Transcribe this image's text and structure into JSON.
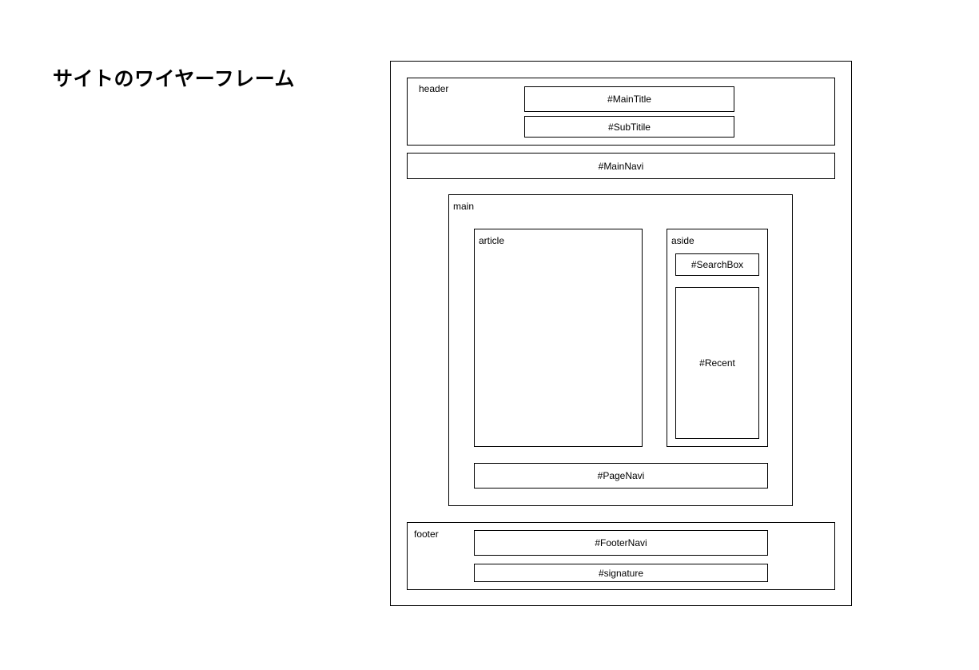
{
  "title": "サイトのワイヤーフレーム",
  "diagram": {
    "header": "header",
    "main_title": "#MainTitle",
    "sub_title": "#SubTitile",
    "main_navi": "#MainNavi",
    "main": "main",
    "article": "article",
    "aside": "aside",
    "search_box": "#SearchBox",
    "recent": "#Recent",
    "page_navi": "#PageNavi",
    "footer": "footer",
    "footer_navi": "#FooterNavi",
    "signature": "#signature"
  }
}
